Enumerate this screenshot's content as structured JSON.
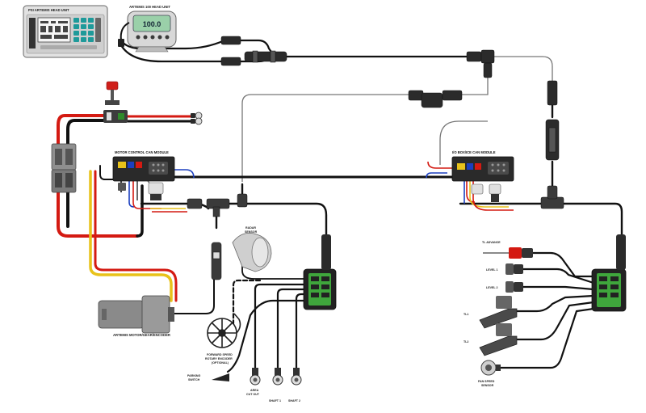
{
  "head_units": {
    "psi": "PSI ARTEMIS HEAD UNIT",
    "a100": "ARTEMIS 100 HEAD UNIT",
    "a100_display": "100.0"
  },
  "modules": {
    "motor_control": "MOTOR CONTROL CAN MODULE",
    "io": "I/O BOX/ICE CAN MODULE"
  },
  "labels": {
    "motor": "ARTEMIS MOTOR/GEAR/ENCODER",
    "radar_line1": "RADAR",
    "radar_line2": "SENSOR",
    "encoder_line1": "FORWARD SPEED",
    "encoder_line2": "ROTARY ENCODER",
    "encoder_line3": "(OPTIONAL)",
    "park_line1": "PARKING",
    "park_line2": "SWITCH",
    "area_line1": "AREA",
    "area_line2": "CUT OUT",
    "shaft1": "SHAFT 1",
    "shaft2": "SHAFT 2",
    "tl_advance": "TL ADVANCE",
    "level1": "LEVEL 1",
    "level2": "LEVEL 2",
    "tl1": "TL1",
    "tl2": "TL2",
    "fan_line1": "FAN SPEED",
    "fan_line2": "SENSOR"
  },
  "colors": {
    "cable": "#111111",
    "power_red": "#d41a12",
    "power_yellow": "#e8c21a",
    "can_blue": "#1b3fbf",
    "module_green": "#3fa63c",
    "breaker_red": "#d0201a"
  }
}
